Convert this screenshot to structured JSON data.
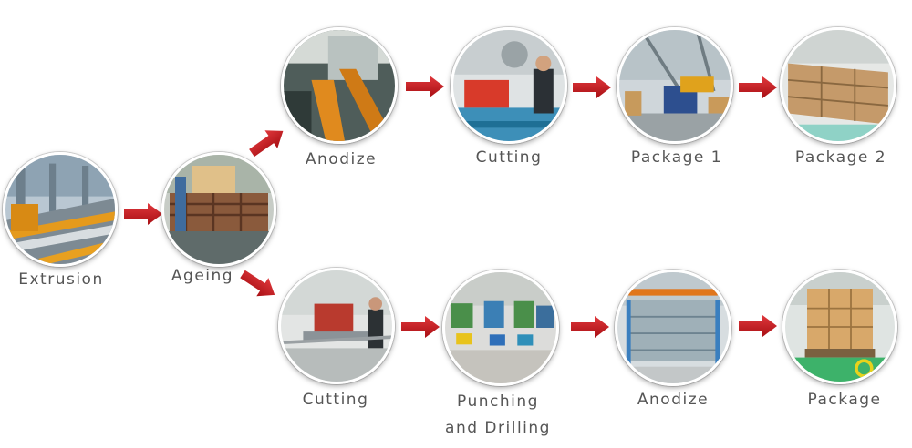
{
  "colors": {
    "arrow": "#c4161c",
    "label": "#555555"
  },
  "steps": {
    "extrusion": {
      "label": "Extrusion"
    },
    "ageing": {
      "label": "Ageing"
    },
    "top_anodize": {
      "label": "Anodize"
    },
    "top_cutting": {
      "label": "Cutting"
    },
    "package_1": {
      "label": "Package 1"
    },
    "package_2": {
      "label": "Package 2"
    },
    "bottom_cutting": {
      "label": "Cutting"
    },
    "punching": {
      "label_line1": "Punching",
      "label_line2": "and Drilling"
    },
    "bottom_anodize": {
      "label": "Anodize"
    },
    "package": {
      "label": "Package"
    }
  }
}
